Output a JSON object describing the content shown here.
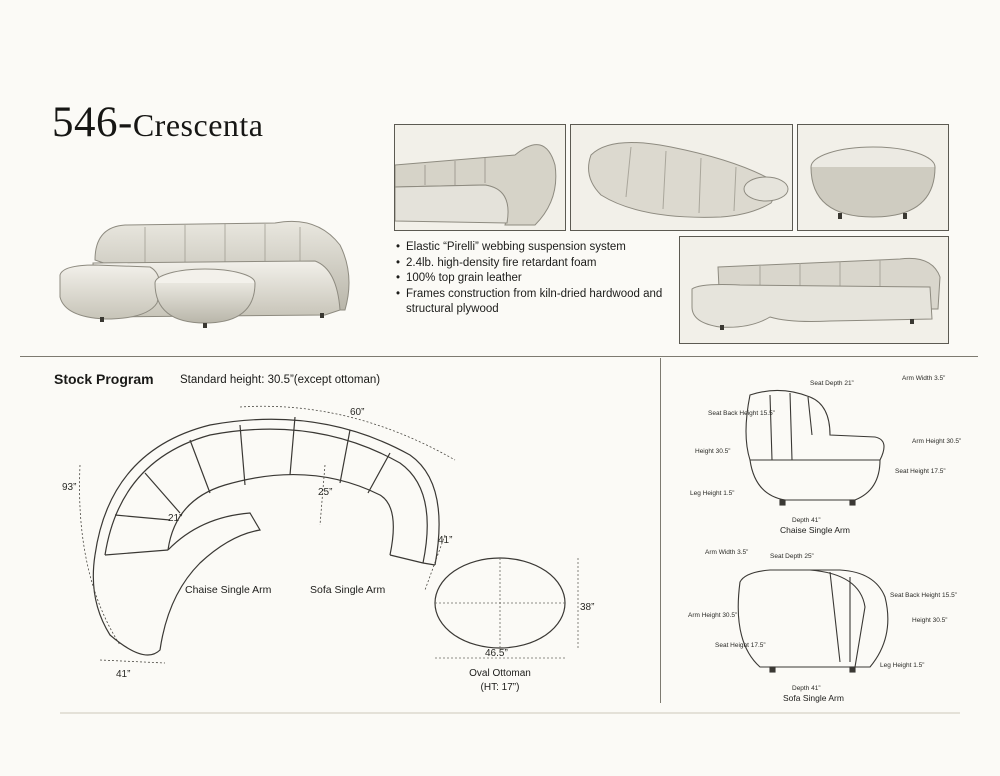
{
  "title": {
    "number": "546-",
    "name": "Crescenta"
  },
  "features": [
    "Elastic “Pirelli” webbing suspension system",
    "2.4lb. high-density fire retardant foam",
    "100% top grain leather",
    "Frames construction from kiln-dried hardwood and structural plywood"
  ],
  "stock": {
    "title": "Stock Program",
    "subtitle": "Standard height: 30.5”(except ottoman)"
  },
  "plan": {
    "dim_top": "60”",
    "dim_left": "93”",
    "dim_inner_depth": "25”",
    "dim_inner_small": "21”",
    "dim_right": "41”",
    "dim_bottom": "41”",
    "label_chaise": "Chaise Single Arm",
    "label_sofa": "Sofa Single Arm"
  },
  "ottoman": {
    "dim_height": "38”",
    "dim_width": "46.5”",
    "label": "Oval Ottoman",
    "height_note": "(HT: 17”)"
  },
  "chaise_side": {
    "seat_depth": "Seat Depth 21”",
    "arm_width": "Arm Width 3.5”",
    "seat_back_height": "Seat Back Height 15.5”",
    "height": "Height 30.5”",
    "arm_height": "Arm Height 30.5”",
    "seat_height": "Seat Height 17.5”",
    "leg_height": "Leg Height 1.5”",
    "depth": "Depth 41”",
    "label": "Chaise Single Arm"
  },
  "sofa_side": {
    "arm_width": "Arm Width 3.5”",
    "seat_depth": "Seat Depth 25”",
    "seat_back_height": "Seat Back Height 15.5”",
    "arm_height_left": "Arm Height 30.5”",
    "height_right": "Height 30.5”",
    "seat_height": "Seat Height 17.5”",
    "leg_height": "Leg Height 1.5”",
    "depth": "Depth 41”",
    "label": "Sofa Single Arm"
  }
}
